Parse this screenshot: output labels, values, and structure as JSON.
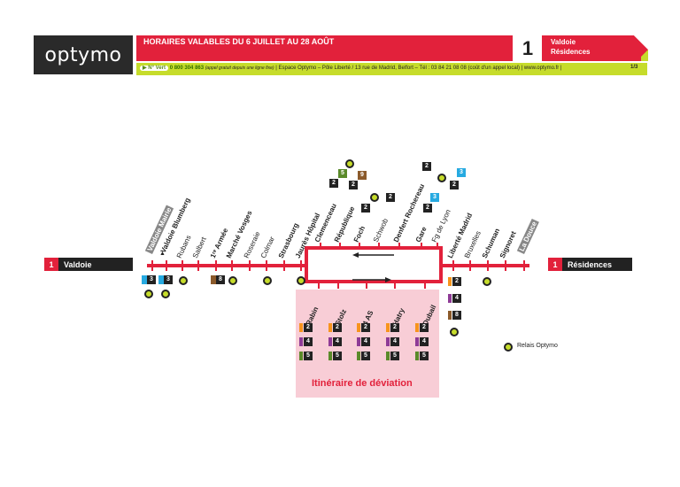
{
  "header": {
    "logo": "optymo",
    "title": "HORAIRES VALABLES DU 6 JUILLET AU 28 AOÛT",
    "line_number": "1",
    "dest_line1": "Valdoie",
    "dest_line2": "Résidences",
    "info": {
      "vert_label": "N° Vert",
      "vert_number": "0 800 304 863",
      "vert_note": "(appel gratuit depuis une ligne fixe)",
      "rest": "| Espace Optymo – Pôle Liberté / 13 rue de Madrid, Belfort – Tél : 03 84 21 08 08 (coût d'un appel local) | www.optymo.fr |"
    },
    "page": "1/3"
  },
  "route": {
    "origin": "Valdoie",
    "destination": "Résidences",
    "line": "1",
    "stops": [
      {
        "name": "Valdoie Mairie",
        "style": "term"
      },
      {
        "name": "Valdoie Blumberg",
        "style": "bold"
      },
      {
        "name": "Rubans",
        "style": ""
      },
      {
        "name": "Salbert",
        "style": ""
      },
      {
        "name": "1ʳᵉ Armée",
        "style": "bold"
      },
      {
        "name": "Marché Vosges",
        "style": "bold"
      },
      {
        "name": "Roseraie",
        "style": ""
      },
      {
        "name": "Colmar",
        "style": ""
      },
      {
        "name": "Strasbourg",
        "style": "bold"
      },
      {
        "name": "Jaurès Hôpital",
        "style": "bold"
      },
      {
        "name": "Clemenceau",
        "style": "bold"
      },
      {
        "name": "République",
        "style": "bold"
      },
      {
        "name": "Foch",
        "style": "bold"
      },
      {
        "name": "Schwob",
        "style": ""
      },
      {
        "name": "Denfert Rochereau",
        "style": "bold"
      },
      {
        "name": "Gare",
        "style": "bold"
      },
      {
        "name": "Fg de Lyon",
        "style": ""
      },
      {
        "name": "Liberté Madrid",
        "style": "bold"
      },
      {
        "name": "Bruxelles",
        "style": ""
      },
      {
        "name": "Schuman",
        "style": "bold"
      },
      {
        "name": "Signoret",
        "style": "bold"
      },
      {
        "name": "La Douce",
        "style": "term"
      }
    ]
  },
  "detour": {
    "title": "Itinéraire de déviation",
    "stops": [
      "Rabin",
      "Stolz",
      "4 AS",
      "Hatry",
      "Dubail"
    ],
    "lines": [
      "2",
      "4",
      "5"
    ]
  },
  "legend": {
    "relay_label": "Relais Optymo"
  },
  "connections": {
    "l2": "2",
    "l3": "3",
    "l4": "4",
    "l5": "5",
    "l8": "8",
    "l9": "9"
  },
  "colors": {
    "red": "#e2213b",
    "green": "#c6dc2b",
    "line2": "#f7941d",
    "line3": "#27aae1",
    "line4": "#8e3b96",
    "line5": "#5a8a2a",
    "line8": "#8b5a2b",
    "line9": "#f7941d",
    "detour_bg": "#f8cdd6"
  }
}
